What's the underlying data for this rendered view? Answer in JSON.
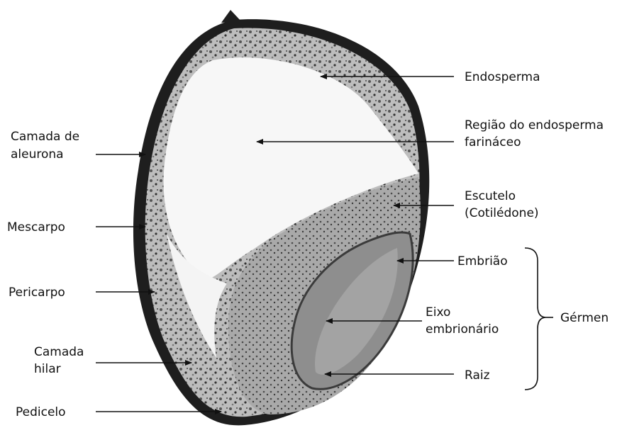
{
  "labels": {
    "endosperma": "Endosperma",
    "regiao_l1": "Região do endosperma",
    "regiao_l2": "farináceo",
    "camada_l1": "Camada de",
    "camada_l2": "aleurona",
    "escutelo_l1": "Escutelo",
    "escutelo_l2": "(Cotilédone)",
    "mescarpo": "Mescarpo",
    "embriao": "Embrião",
    "pericarpo": "Pericarpo",
    "eixo_l1": "Eixo",
    "eixo_l2": "embrionário",
    "germen": "Gérmen",
    "hilar_l1": "Camada",
    "hilar_l2": "hilar",
    "raiz": "Raiz",
    "pedicelo": "Pedicelo"
  },
  "colors": {
    "line": "#111111",
    "seed_dark": "#2a2a2a",
    "seed_mid": "#6f6f6f",
    "seed_light": "#d9d9d9",
    "embryo": "#8a8a8a"
  }
}
